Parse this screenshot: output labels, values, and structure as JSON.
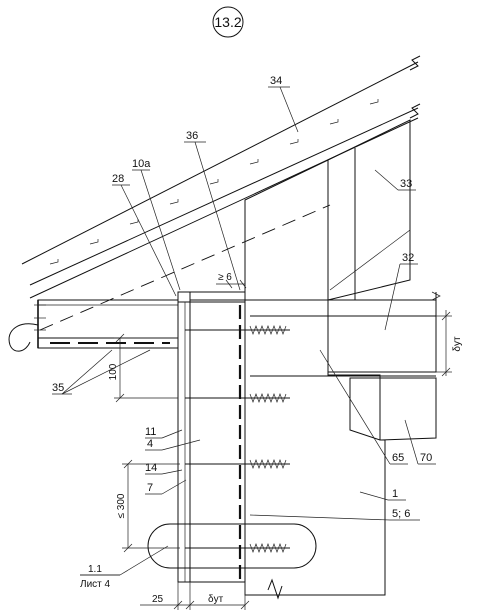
{
  "sheet": {
    "detail_number": "13.2"
  },
  "callouts": [
    {
      "id": "34",
      "text": "34"
    },
    {
      "id": "36",
      "text": "36"
    },
    {
      "id": "10a",
      "text": "10a"
    },
    {
      "id": "28",
      "text": "28"
    },
    {
      "id": "33",
      "text": "33"
    },
    {
      "id": "32",
      "text": "32"
    },
    {
      "id": "35",
      "text": "35"
    },
    {
      "id": "11",
      "text": "11"
    },
    {
      "id": "4",
      "text": "4"
    },
    {
      "id": "14",
      "text": "14"
    },
    {
      "id": "7",
      "text": "7"
    },
    {
      "id": "65",
      "text": "65"
    },
    {
      "id": "70",
      "text": "70"
    },
    {
      "id": "1",
      "text": "1"
    },
    {
      "id": "5-6",
      "text": "5; 6"
    }
  ],
  "dimensions": {
    "gap": "≥ 6",
    "height_100": "100",
    "spacing": "≤ 300",
    "width_25": "25",
    "delta_bottom": "δут",
    "delta_right": "δут"
  },
  "reference": {
    "detail": "1.1",
    "sheet": "Лист 4"
  }
}
